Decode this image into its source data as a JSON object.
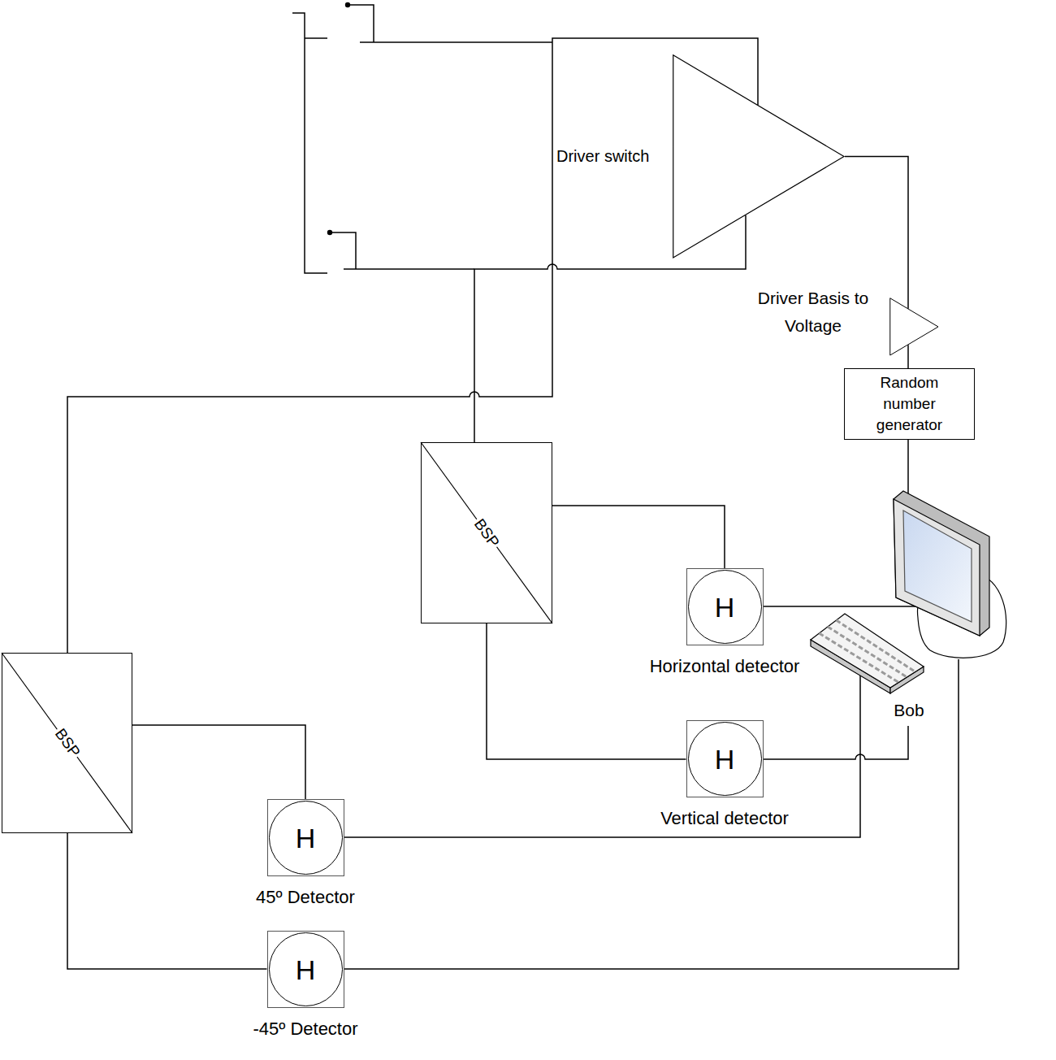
{
  "diagram": {
    "nodes": [
      {
        "text": [
          "Driver switch"
        ]
      },
      {
        "text": [
          "Driver Basis to Voltage"
        ]
      },
      {
        "text": [
          "Random number generator"
        ]
      },
      {
        "text": [
          "Bob"
        ]
      },
      {
        "text": [
          "BSP"
        ]
      },
      {
        "text": [
          "H",
          "Horizontal detector"
        ]
      },
      {
        "text": [
          "H",
          "Vertical detector"
        ]
      },
      {
        "text": [
          "BSP"
        ]
      },
      {
        "text": [
          "H",
          "45º Detector"
        ]
      },
      {
        "text": [
          "H",
          "-45º Detector"
        ]
      }
    ],
    "edges": [
      {
        "from": 0,
        "to": 1,
        "arrow": "none"
      },
      {
        "from": 1,
        "to": 2,
        "arrow": "none"
      },
      {
        "from": 2,
        "to": 3,
        "arrow": "none"
      },
      {
        "from": 0,
        "to": 7,
        "arrow": "none"
      },
      {
        "from": 0,
        "to": 4,
        "arrow": "none"
      },
      {
        "from": 4,
        "to": 5,
        "arrow": "none"
      },
      {
        "from": 4,
        "to": 6,
        "arrow": "none"
      },
      {
        "from": 5,
        "to": 3,
        "arrow": "none"
      },
      {
        "from": 6,
        "to": 3,
        "arrow": "none"
      },
      {
        "from": 7,
        "to": 8,
        "arrow": "none"
      },
      {
        "from": 7,
        "to": 9,
        "arrow": "none"
      },
      {
        "from": 8,
        "to": 3,
        "arrow": "none"
      },
      {
        "from": 9,
        "to": 3,
        "arrow": "none"
      }
    ]
  }
}
